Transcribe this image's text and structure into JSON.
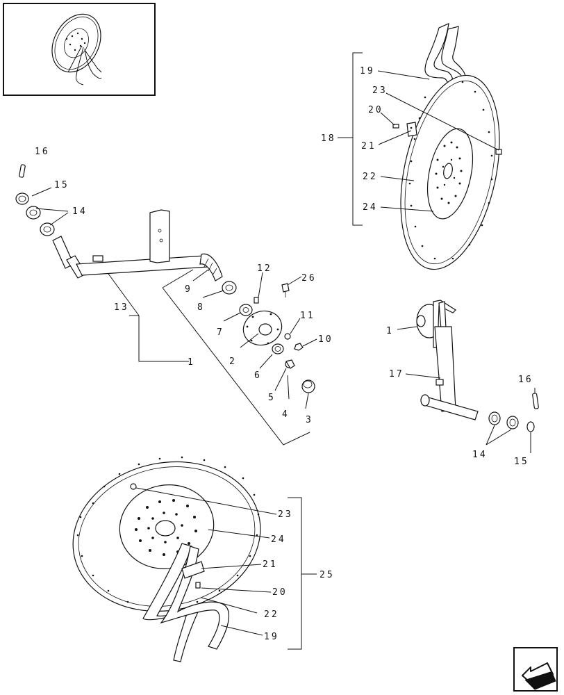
{
  "labels": {
    "l1": "1",
    "l1b": "1",
    "l2": "2",
    "l3": "3",
    "l4": "4",
    "l5": "5",
    "l6": "6",
    "l7": "7",
    "l8": "8",
    "l9": "9",
    "l10": "10",
    "l11": "11",
    "l12": "12",
    "l13": "13",
    "l14a": "14",
    "l14b": "14",
    "l15a": "15",
    "l15b": "15",
    "l16a": "16",
    "l16b": "16",
    "l17": "17",
    "l18": "18",
    "l19a": "19",
    "l19b": "19",
    "l20a": "20",
    "l20b": "20",
    "l21a": "21",
    "l21b": "21",
    "l22a": "22",
    "l22b": "22",
    "l23a": "23",
    "l23b": "23",
    "l24a": "24",
    "l24b": "24",
    "l25": "25",
    "l26": "26"
  },
  "icons": {
    "thumbnail": "disc-overview-thumbnail",
    "nav": "arrow-back-icon"
  },
  "colors": {
    "ink": "#111111",
    "paper": "#ffffff"
  }
}
